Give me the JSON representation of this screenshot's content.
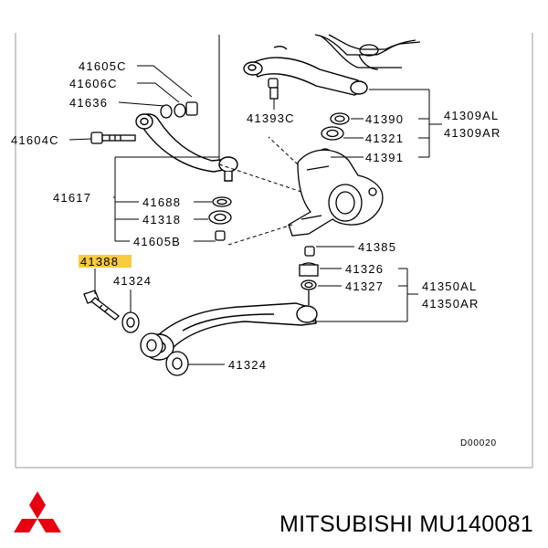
{
  "part_labels": {
    "p41605C": "41605C",
    "p41606C": "41606C",
    "p41636": "41636",
    "p41604C": "41604C",
    "p41617": "41617",
    "p41688": "41688",
    "p41318": "41318",
    "p41605B": "41605B",
    "p41388": "41388",
    "p41324_top": "41324",
    "p41324_bottom": "41324",
    "p41393C": "41393C",
    "p41390": "41390",
    "p41321": "41321",
    "p41391": "41391",
    "p41309AL": "41309AL",
    "p41309AR": "41309AR",
    "p41385": "41385",
    "p41326": "41326",
    "p41327": "41327",
    "p41350AL": "41350AL",
    "p41350AR": "41350AR"
  },
  "diagram_code": "D00020",
  "highlight_color": "#f5b800",
  "brand": {
    "logo": "mitsubishi-three-diamonds-logo",
    "title": "MITSUBISHI MU140081"
  }
}
